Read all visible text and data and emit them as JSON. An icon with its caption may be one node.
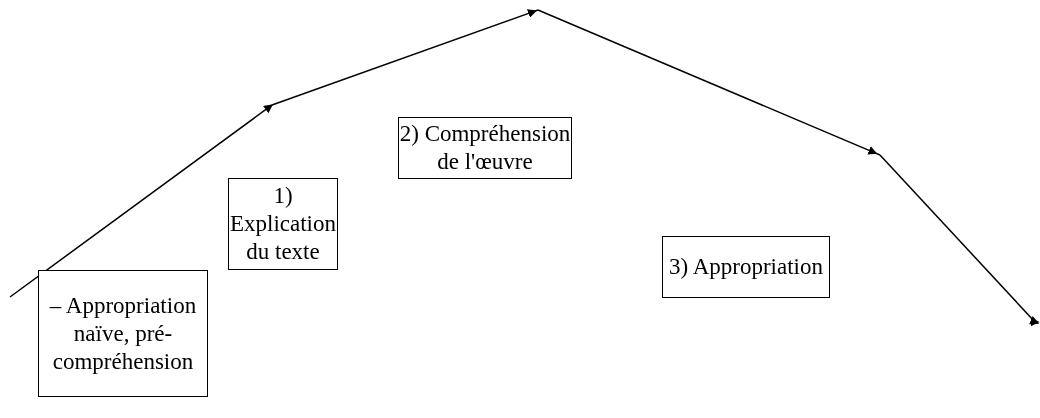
{
  "diagram": {
    "nodes": [
      {
        "text": [
          "– Appropriation naïve, pré-compréhension"
        ]
      },
      {
        "text": [
          "1) Explication du texte"
        ]
      },
      {
        "text": [
          "2) Compréhension de l'œuvre"
        ]
      },
      {
        "text": [
          "3) Appropriation"
        ]
      }
    ]
  }
}
